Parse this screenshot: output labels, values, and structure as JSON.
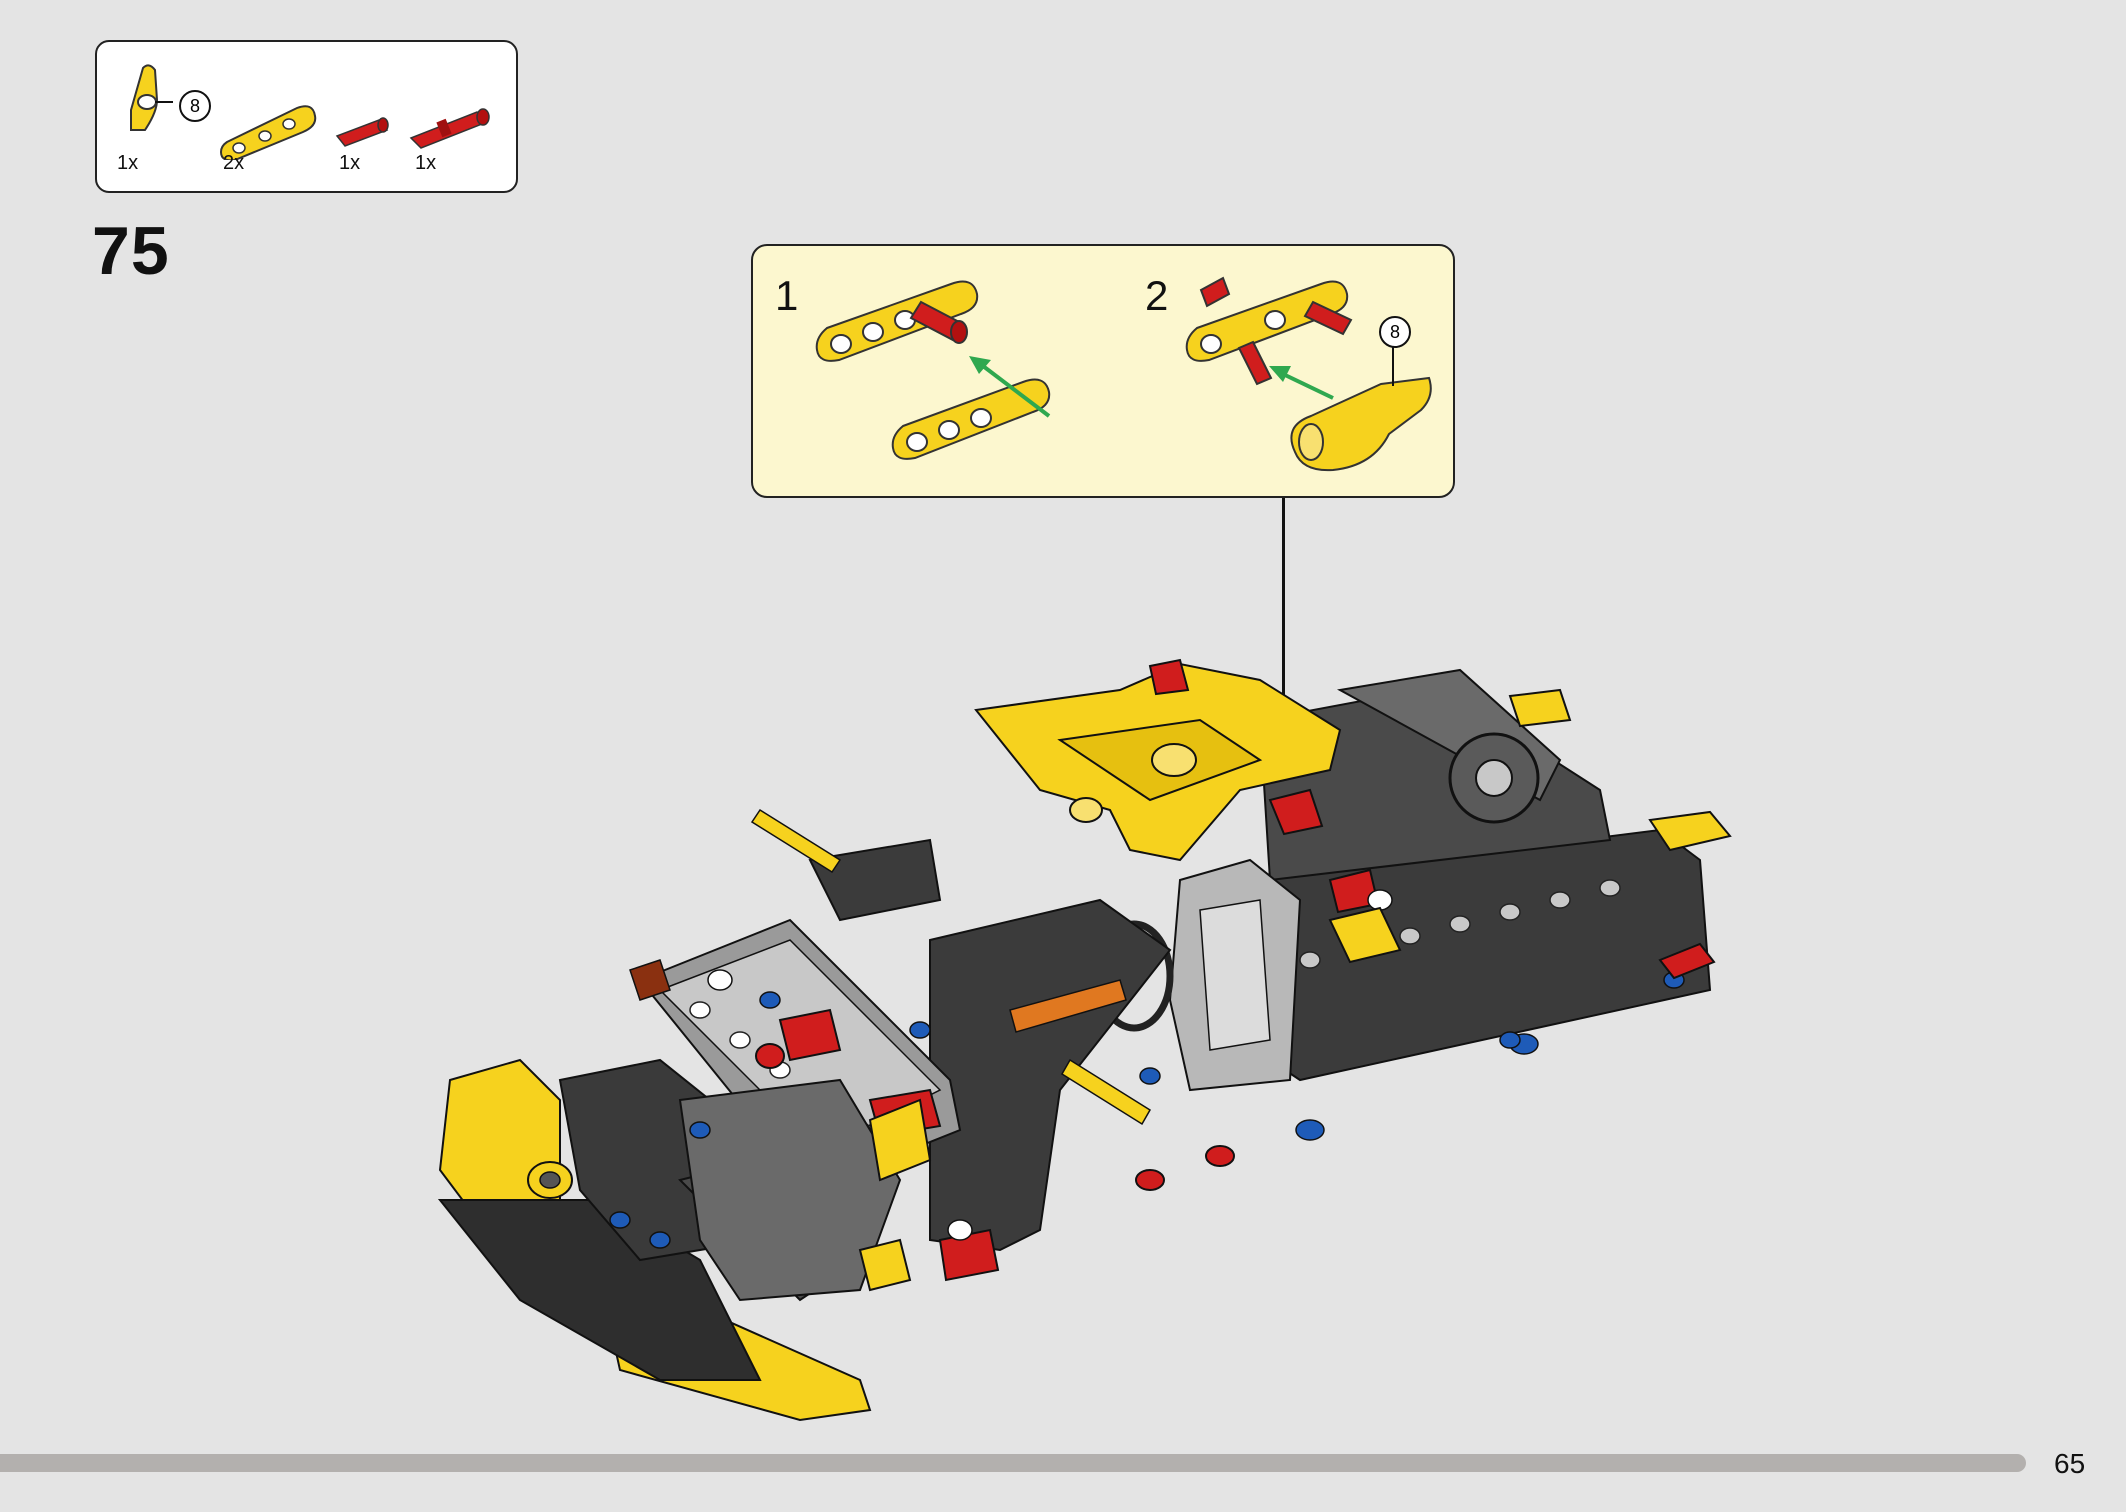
{
  "step": {
    "number": "75",
    "parts_list": [
      {
        "icon": "yellow-panel-with-callout",
        "quantity": "1x",
        "callout": "8"
      },
      {
        "icon": "yellow-beam-3-hole",
        "quantity": "2x"
      },
      {
        "icon": "red-axle-pin",
        "quantity": "1x"
      },
      {
        "icon": "red-axle-pin-with-friction",
        "quantity": "1x"
      }
    ],
    "sub_assembly": {
      "steps": [
        {
          "number": "1"
        },
        {
          "number": "2",
          "callout": "8"
        }
      ]
    }
  },
  "page": {
    "number": "65",
    "progress": 0.953
  },
  "colors": {
    "background": "#e4e4e4",
    "sub_assembly_fill": "#fcf7cf",
    "part_yellow": "#f6d21e",
    "part_red": "#d01d1d",
    "part_dark_gray": "#3b3b3b",
    "part_light_gray": "#c8c8c8",
    "arrow_green": "#2fa84f",
    "part_blue": "#1e5bb8"
  }
}
